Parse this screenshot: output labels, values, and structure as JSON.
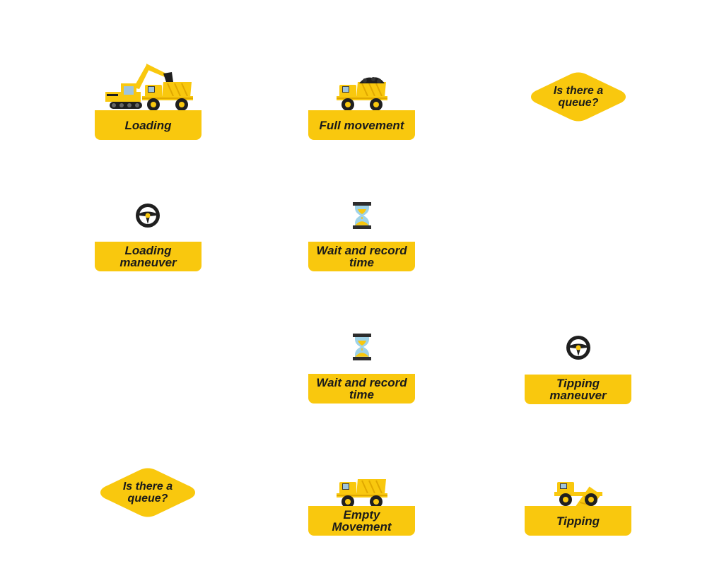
{
  "colors": {
    "accent": "#f9c80e",
    "dark": "#1f1f1f"
  },
  "nodes": {
    "loading": {
      "label": "Loading",
      "icon": "excavator-and-dump-truck-icon"
    },
    "full_movement": {
      "label": "Full movement",
      "icon": "loaded-dump-truck-icon"
    },
    "queue_top": {
      "label": "Is there a queue?"
    },
    "loading_maneuver": {
      "label": "Loading maneuver",
      "icon": "steering-wheel-icon"
    },
    "wait_record_1": {
      "label": "Wait and record time",
      "icon": "hourglass-icon"
    },
    "wait_record_2": {
      "label": "Wait and record time",
      "icon": "hourglass-icon"
    },
    "tipping_maneuver": {
      "label": "Tipping maneuver",
      "icon": "steering-wheel-icon"
    },
    "queue_bottom": {
      "label": "Is there a queue?"
    },
    "empty_movement": {
      "label": "Empty Movement",
      "icon": "empty-dump-truck-icon"
    },
    "tipping": {
      "label": "Tipping",
      "icon": "tipping-dump-truck-icon"
    }
  }
}
